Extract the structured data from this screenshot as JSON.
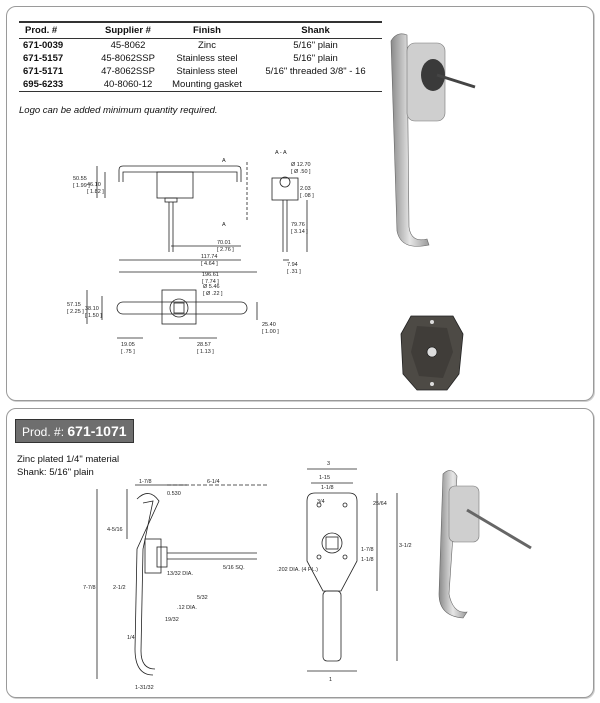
{
  "table": {
    "headers": [
      "Prod. #",
      "Supplier #",
      "Finish",
      "Shank"
    ],
    "rows": [
      {
        "prod": "671-0039",
        "supplier": "45-8062",
        "finish": "Zinc",
        "shank": "5/16\" plain"
      },
      {
        "prod": "671-5157",
        "supplier": "45-8062SSP",
        "finish": "Stainless steel",
        "shank": "5/16\" plain"
      },
      {
        "prod": "671-5171",
        "supplier": "47-8062SSP",
        "finish": "Stainless steel",
        "shank": "5/16\" threaded 3/8\" - 16"
      },
      {
        "prod": "695-6233",
        "supplier": "40-8060-12",
        "finish": "Mounting gasket",
        "shank": ""
      }
    ]
  },
  "note": "Logo can be added minimum quantity required.",
  "top_dims": {
    "section_a": "A",
    "section_aa": "A - A",
    "d50": "50.55",
    "d50i": "[ 1.99 ]",
    "d46": "46.10",
    "d46i": "[ 1.82 ]",
    "d12": "Ø 12.70",
    "d12i": "[ Ø .50 ]",
    "d203": "2.03",
    "d203i": "[ .08 ]",
    "d79": "79.76",
    "d79i": "[ 3.14 ]",
    "d794": "7.94",
    "d794i": "[ .31 ]",
    "d70": "70.01",
    "d70i": "[ 2.76 ]",
    "d117": "117.74",
    "d117i": "[ 4.64 ]",
    "d196": "196.61",
    "d196i": "[ 7.74 ]",
    "d546": "Ø 5.46",
    "d546i": "[ Ø .22 ]",
    "d57": "57.15",
    "d57i": "[ 2.25 ]",
    "d38": "38.10",
    "d38i": "[ 1.50 ]",
    "d2540": "25.40",
    "d2540i": "[ 1.00 ]",
    "d1905": "19.05",
    "d1905i": "[ .75 ]",
    "d2857": "28.57",
    "d2857i": "[ 1.13 ]"
  },
  "bottom": {
    "badge_label": "Prod. #:",
    "badge_number": "671-1071",
    "material_line1": "Zinc plated 1/4\" material",
    "material_line2": "Shank: 5/16\" plain"
  },
  "bottom_dims": {
    "a": "1-7/8",
    "b": "6-1/4",
    "c": "0.530",
    "d": "4-5/16",
    "e": "2-1/2",
    "f": "7-7/8",
    "g": "13/32 DIA.",
    "h": "5/16 SQ.",
    "i": "5/32",
    "j": ".12 DIA.",
    "k": "19/32",
    "l": "1/4",
    "m": "1-31/32",
    "n": "3",
    "o": "1-15",
    "p": "1-1/8",
    "q": "3/4",
    "r": "25/64",
    "s": "1-7/8",
    "t": "3-1/2",
    "u": "1-1/8",
    "v": ".202 DIA. (4 PL.)",
    "w": "1"
  }
}
